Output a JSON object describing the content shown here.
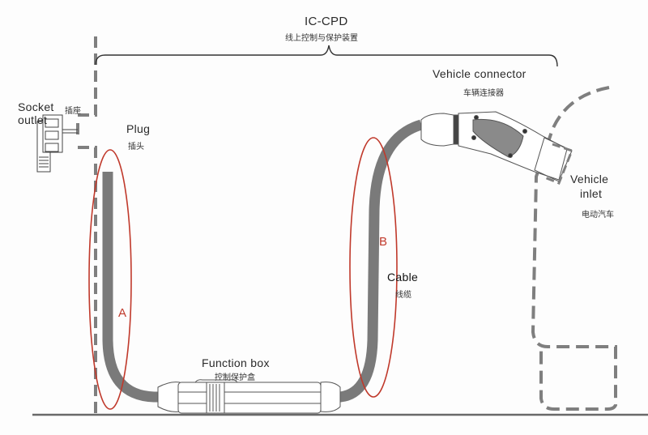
{
  "diagram": {
    "title": {
      "en": "IC-CPD",
      "zh": "线上控制与保护装置"
    },
    "labels": {
      "socket_outlet": {
        "en_line1": "Socket",
        "en_line2": "outlet",
        "zh": "插座"
      },
      "plug": {
        "en": "Plug",
        "zh": "插头"
      },
      "vehicle_connector": {
        "en": "Vehicle connector",
        "zh": "车辆连接器"
      },
      "vehicle_inlet": {
        "en_line1": "Vehicle",
        "en_line2": "inlet",
        "zh": "电动汽车"
      },
      "cable": {
        "en": "Cable",
        "zh": "线缆"
      },
      "function_box": {
        "en": "Function box",
        "zh": "控制保护盒"
      }
    },
    "markers": {
      "a": "A",
      "b": "B"
    },
    "colors": {
      "cable": "#7a7a7a",
      "dash": "#7f7f7f",
      "marker": "#c0392b",
      "outline": "#555555",
      "ground": "#6a6a6a"
    }
  }
}
